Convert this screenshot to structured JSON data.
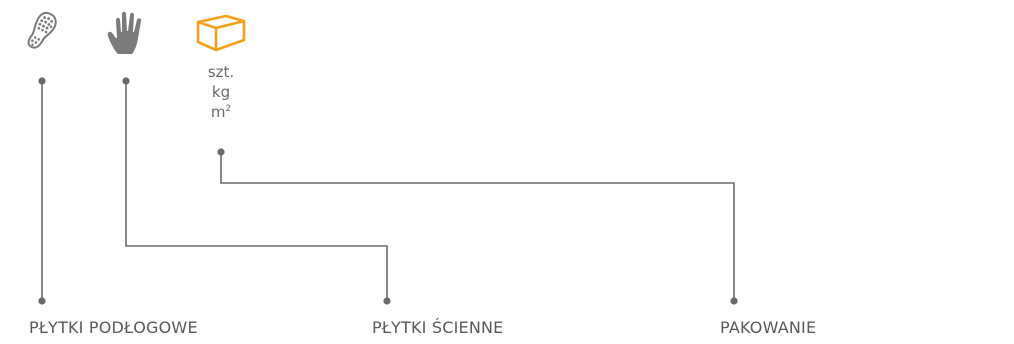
{
  "icons": {
    "shoe": "shoe-sole-icon",
    "hand": "hand-icon",
    "box": "box-icon"
  },
  "units": {
    "pieces": "szt.",
    "weight": "kg",
    "area_base": "m",
    "area_exp": "2"
  },
  "labels": {
    "floor_tiles": "PŁYTKI PODŁOGOWE",
    "wall_tiles": "PŁYTKI ŚCIENNE",
    "packaging": "PAKOWANIE"
  },
  "colors": {
    "line": "#6b6b6b",
    "icon_gray": "#7b7b7b",
    "box_orange": "#f7a11a"
  }
}
